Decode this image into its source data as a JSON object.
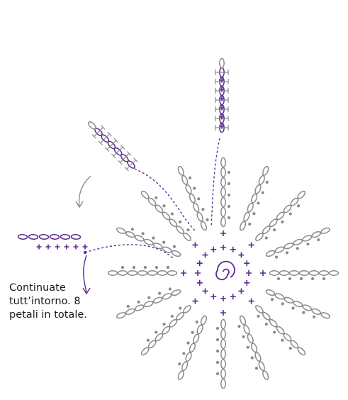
{
  "note": {
    "lines": [
      "Continuate",
      "tutt’intorno. 8",
      "petali in totale."
    ]
  },
  "colors": {
    "primary": "#5b2a91",
    "secondary": "#8a8a8a",
    "text": "#1a1a1a"
  }
}
